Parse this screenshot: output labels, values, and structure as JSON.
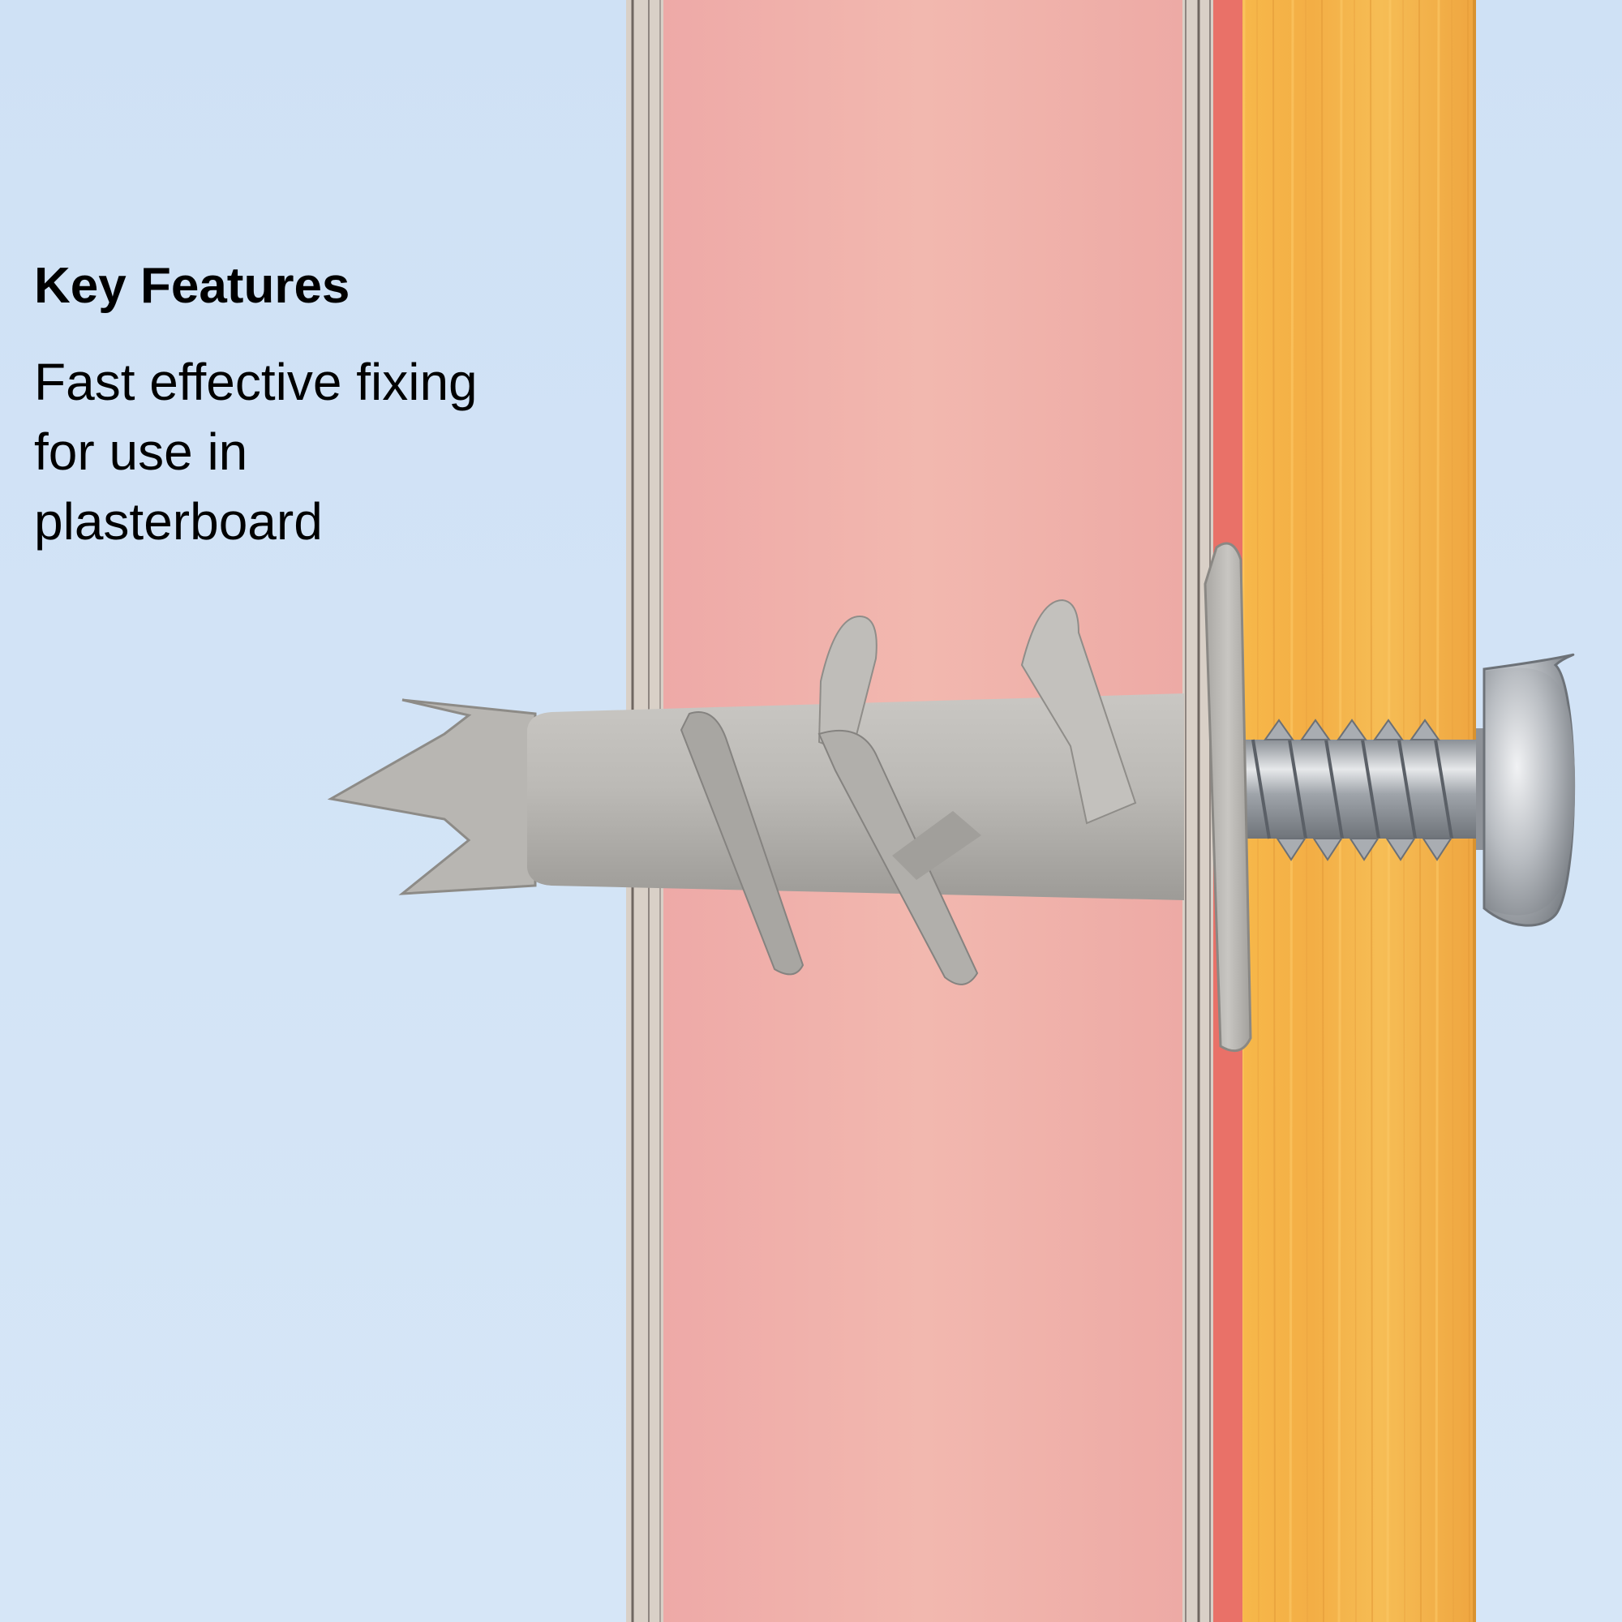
{
  "key_features": {
    "heading": "Key Features",
    "lines": [
      "Fast effective fixing",
      "for use in",
      "plasterboard"
    ]
  },
  "colors": {
    "background": "#d2e3f6",
    "plasterboard_core": "#f0b2ad",
    "paper_liner": "#d8cfc8",
    "timber": "#f2b04a",
    "red_layer": "#e97168",
    "anchor_plastic": "#b9b7b3",
    "screw_steel": "#b4b8bd"
  },
  "illustration": {
    "description_icons": [
      "plasterboard-wall",
      "self-drill-anchor-icon",
      "pan-head-screw-icon"
    ]
  }
}
